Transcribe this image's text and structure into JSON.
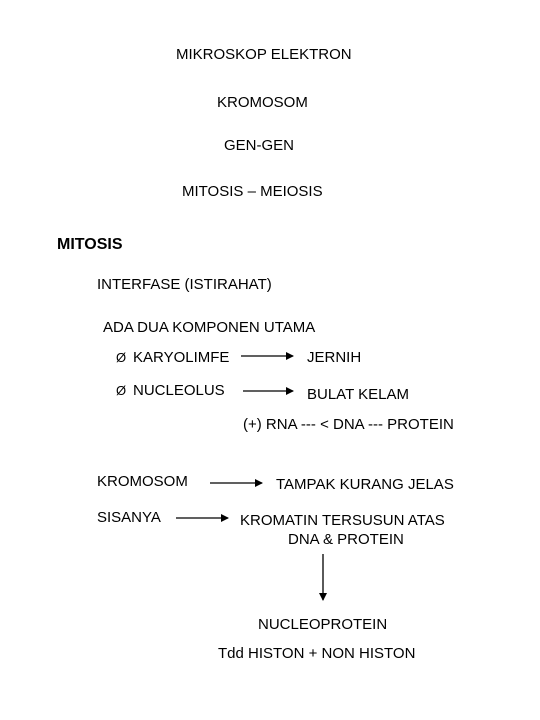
{
  "headings": {
    "line1": "MIKROSKOP ELEKTRON",
    "line2": "KROMOSOM",
    "line3": "GEN-GEN",
    "line4": "MITOSIS – MEIOSIS"
  },
  "section": {
    "title": "MITOSIS",
    "interfase": "INTERFASE (ISTIRAHAT)",
    "components_title": "ADA DUA KOMPONEN UTAMA",
    "bullet_glyph": "Ø",
    "items": [
      {
        "label": "KARYOLIMFE",
        "result": "JERNIH"
      },
      {
        "label": "NUCLEOLUS",
        "result": "BULAT KELAM"
      }
    ],
    "rna_note": "(+) RNA --- < DNA --- PROTEIN",
    "chromosome": {
      "label": "KROMOSOM",
      "result": "TAMPAK KURANG JELAS"
    },
    "rest": {
      "label": "SISANYA",
      "result_line1": "KROMATIN TERSUSUN ATAS",
      "result_line2": "DNA & PROTEIN"
    },
    "final": {
      "line1": "NUCLEOPROTEIN",
      "line2": "Tdd HISTON + NON HISTON"
    }
  }
}
